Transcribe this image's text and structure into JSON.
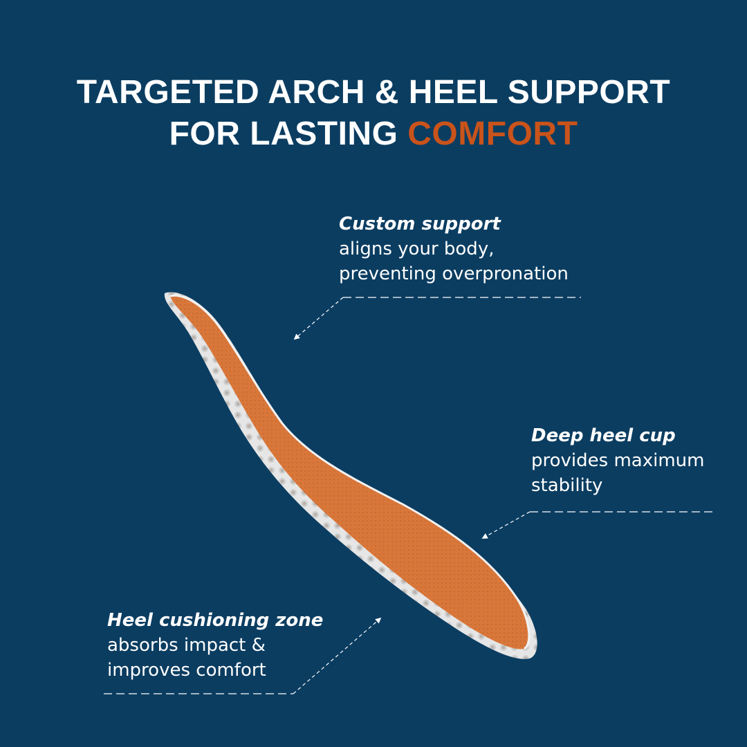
{
  "headline": {
    "line1": "TARGETED ARCH & HEEL SUPPORT",
    "line2_prefix": "FOR LASTING ",
    "line2_accent": "COMFORT"
  },
  "callouts": {
    "custom_support": {
      "lead": "Custom support",
      "line1": "aligns your body,",
      "line2": "preventing overpronation"
    },
    "deep_heel_cup": {
      "lead": "Deep heel cup",
      "line1": "provides maximum",
      "line2": "stability"
    },
    "heel_cushioning": {
      "lead": "Heel cushioning zone",
      "line1": "absorbs impact &",
      "line2": "improves comfort"
    }
  },
  "colors": {
    "background": "#0b3d61",
    "accent": "#c9531a",
    "insole_top": "#d9773a",
    "insole_base": "#e8e8e8"
  }
}
